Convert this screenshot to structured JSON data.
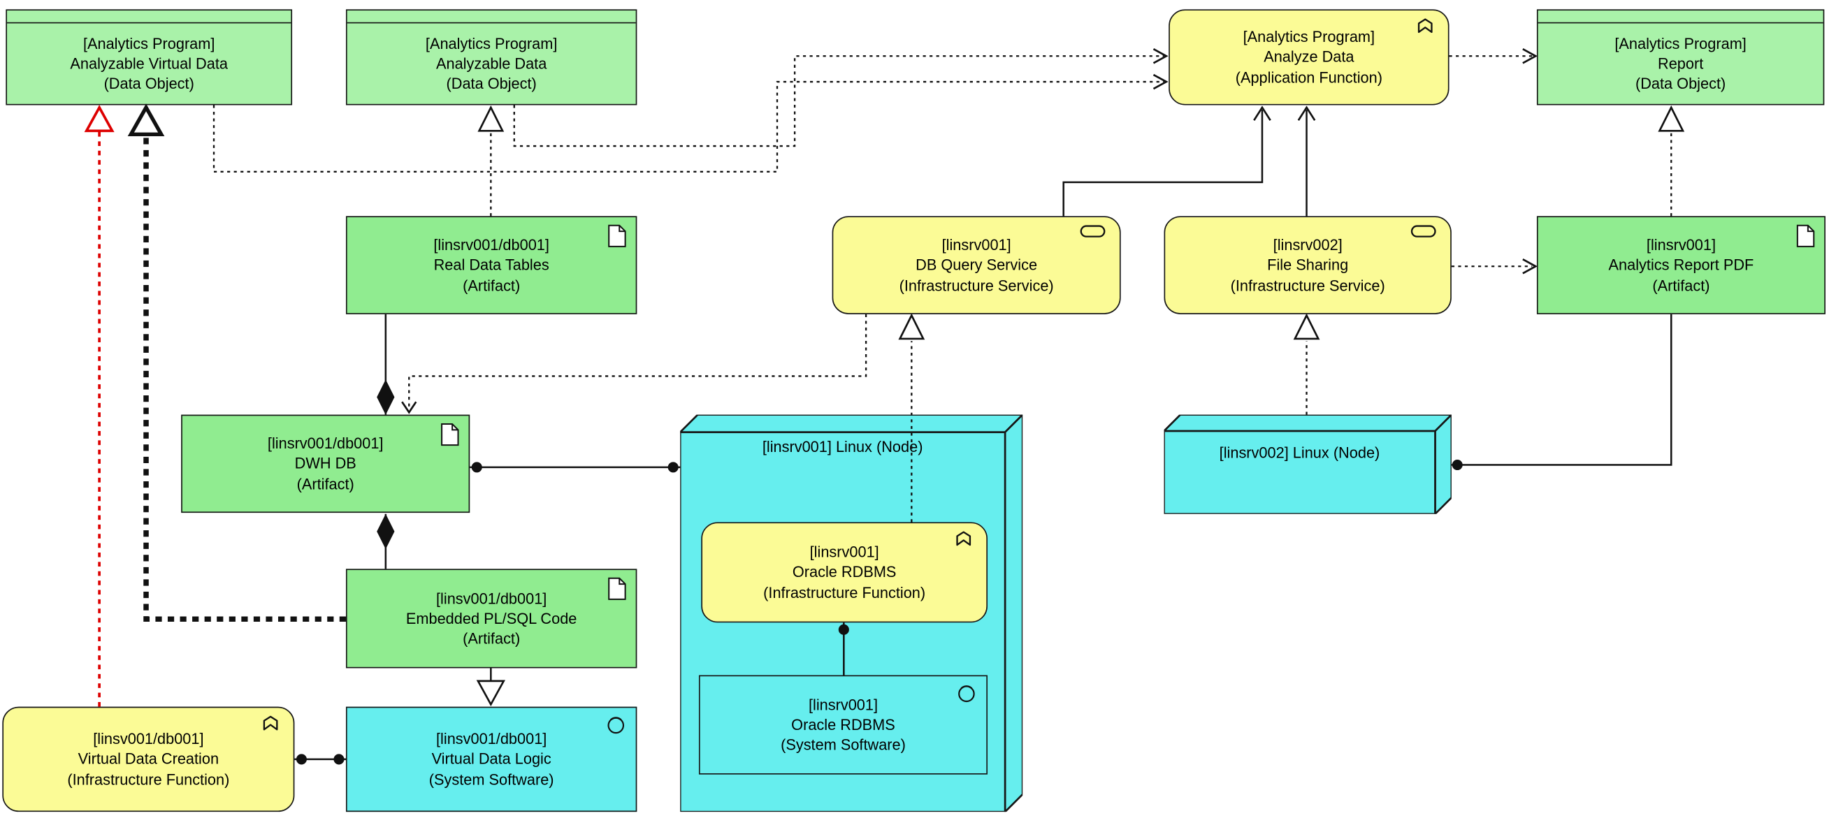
{
  "elements": {
    "analyzable_virtual_data": {
      "l1": "[Analytics Program]",
      "l2": "Analyzable Virtual Data",
      "l3": "(Data Object)"
    },
    "analyzable_data": {
      "l1": "[Analytics Program]",
      "l2": "Analyzable Data",
      "l3": "(Data Object)"
    },
    "analyze_data": {
      "l1": "[Analytics Program]",
      "l2": "Analyze Data",
      "l3": "(Application Function)"
    },
    "report": {
      "l1": "[Analytics Program]",
      "l2": "Report",
      "l3": "(Data Object)"
    },
    "real_data_tables": {
      "l1": "[linsrv001/db001]",
      "l2": "Real Data Tables",
      "l3": "(Artifact)"
    },
    "db_query_service": {
      "l1": "[linsrv001]",
      "l2": "DB Query Service",
      "l3": "(Infrastructure Service)"
    },
    "file_sharing": {
      "l1": "[linsrv002]",
      "l2": "File Sharing",
      "l3": "(Infrastructure Service)"
    },
    "analytics_report_pdf": {
      "l1": "[linsrv001]",
      "l2": "Analytics Report PDF",
      "l3": "(Artifact)"
    },
    "dwh_db": {
      "l1": "[linsrv001/db001]",
      "l2": "DWH DB",
      "l3": "(Artifact)"
    },
    "linux_node_1": {
      "l1": "[linsrv001]",
      "l2": "Linux",
      "l3": "(Node)"
    },
    "oracle_rdbms_function": {
      "l1": "[linsrv001]",
      "l2": "Oracle RDBMS",
      "l3": "(Infrastructure Function)"
    },
    "oracle_rdbms_software": {
      "l1": "[linsrv001]",
      "l2": "Oracle RDBMS",
      "l3": "(System Software)"
    },
    "embedded_plsql_code": {
      "l1": "[linsv001/db001]",
      "l2": "Embedded PL/SQL Code",
      "l3": "(Artifact)"
    },
    "linux_node_2": {
      "l1": "[linsrv002]",
      "l2": "Linux",
      "l3": "(Node)"
    },
    "virtual_data_creation": {
      "l1": "[linsv001/db001]",
      "l2": "Virtual Data Creation",
      "l3": "(Infrastructure Function)"
    },
    "virtual_data_logic": {
      "l1": "[linsv001/db001]",
      "l2": "Virtual Data Logic",
      "l3": "(System Software)"
    }
  },
  "colors": {
    "data_object_green": "#A9F2A9",
    "artifact_green": "#90EC90",
    "function_service_yellow": "#FBFB96",
    "node_software_cyan": "#66EEEE",
    "realization_red": "#DD0000",
    "line_black": "#111111",
    "background": "#FFFFFF"
  },
  "relationships": [
    {
      "type": "realization",
      "from": "virtual_data_creation",
      "to": "analyzable_virtual_data",
      "style": "red-dashed-hollow-triangle"
    },
    {
      "type": "realization",
      "from": "embedded_plsql_code",
      "to": "analyzable_virtual_data",
      "style": "bold-dashed-hollow-triangle"
    },
    {
      "type": "realization",
      "from": "real_data_tables",
      "to": "analyzable_data"
    },
    {
      "type": "specialization",
      "from": "embedded_plsql_code",
      "to": "virtual_data_logic"
    },
    {
      "type": "access",
      "from": "analyzable_virtual_data",
      "to": "analyze_data"
    },
    {
      "type": "access",
      "from": "analyzable_data",
      "to": "analyze_data"
    },
    {
      "type": "serving",
      "from": "db_query_service",
      "to": "analyze_data"
    },
    {
      "type": "serving",
      "from": "file_sharing",
      "to": "analyze_data"
    },
    {
      "type": "access",
      "from": "analyze_data",
      "to": "report"
    },
    {
      "type": "realization",
      "from": "analytics_report_pdf",
      "to": "report"
    },
    {
      "type": "access",
      "from": "file_sharing",
      "to": "analytics_report_pdf"
    },
    {
      "type": "realization",
      "from": "linux_node_2",
      "to": "file_sharing"
    },
    {
      "type": "realization",
      "from": "oracle_rdbms_function",
      "to": "db_query_service"
    },
    {
      "type": "access",
      "from": "db_query_service",
      "to": "dwh_db"
    },
    {
      "type": "composition",
      "from": "dwh_db",
      "to": "real_data_tables"
    },
    {
      "type": "composition",
      "from": "dwh_db",
      "to": "embedded_plsql_code"
    },
    {
      "type": "assignment",
      "from": "linux_node_1",
      "to": "dwh_db"
    },
    {
      "type": "assignment",
      "from": "virtual_data_creation",
      "to": "virtual_data_logic"
    },
    {
      "type": "assignment",
      "from": "oracle_rdbms_function",
      "to": "oracle_rdbms_software"
    },
    {
      "type": "assignment",
      "from": "linux_node_2",
      "to": "analytics_report_pdf"
    }
  ]
}
